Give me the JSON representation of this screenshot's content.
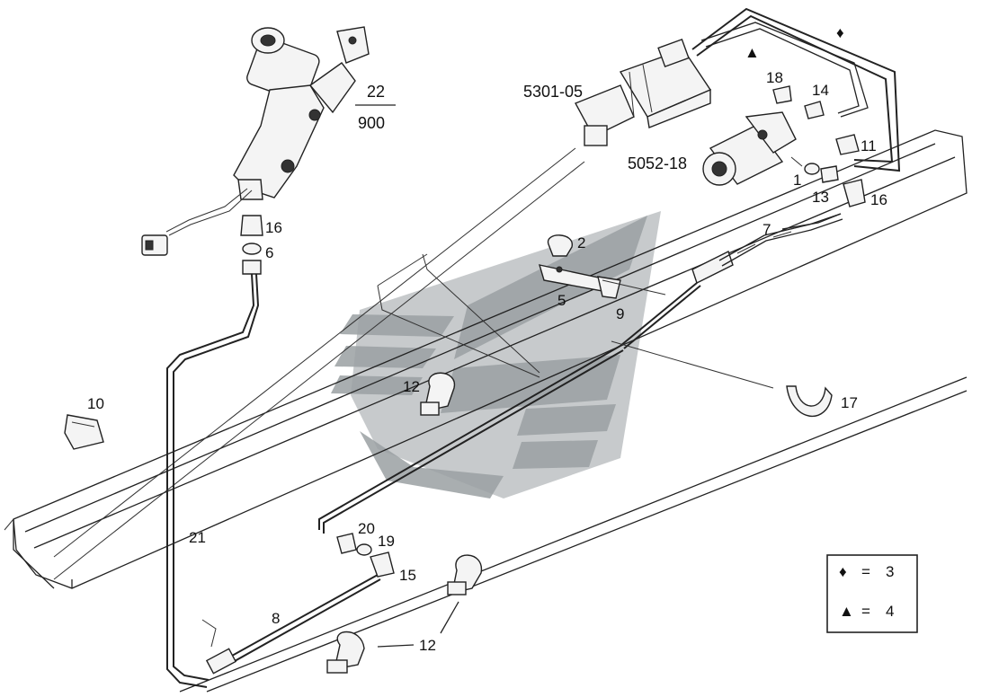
{
  "labels": {
    "frac_num": "22",
    "frac_den": "900",
    "p5301": "5301-05",
    "p5052": "5052-18",
    "p18": "18",
    "p14": "14",
    "p11": "11",
    "p1": "1",
    "p13": "13",
    "p16_right": "16",
    "p16_left": "16",
    "p6": "6",
    "p7": "7",
    "p2": "2",
    "p5": "5",
    "p9": "9",
    "p10": "10",
    "p12_mid": "12",
    "p17": "17",
    "p21": "21",
    "p20": "20",
    "p19": "19",
    "p15": "15",
    "p8": "8",
    "p12_bottom": "12"
  },
  "legend": {
    "diamond_symbol": "♦",
    "diamond_eq": "=",
    "diamond_value": "3",
    "triangle_symbol": "▲",
    "triangle_eq": "=",
    "triangle_value": "4"
  },
  "markers": {
    "diamond": "♦",
    "triangle": "▲"
  },
  "colors": {
    "line": "#222222",
    "watermark": "#9aa0a2",
    "background": "#ffffff"
  }
}
